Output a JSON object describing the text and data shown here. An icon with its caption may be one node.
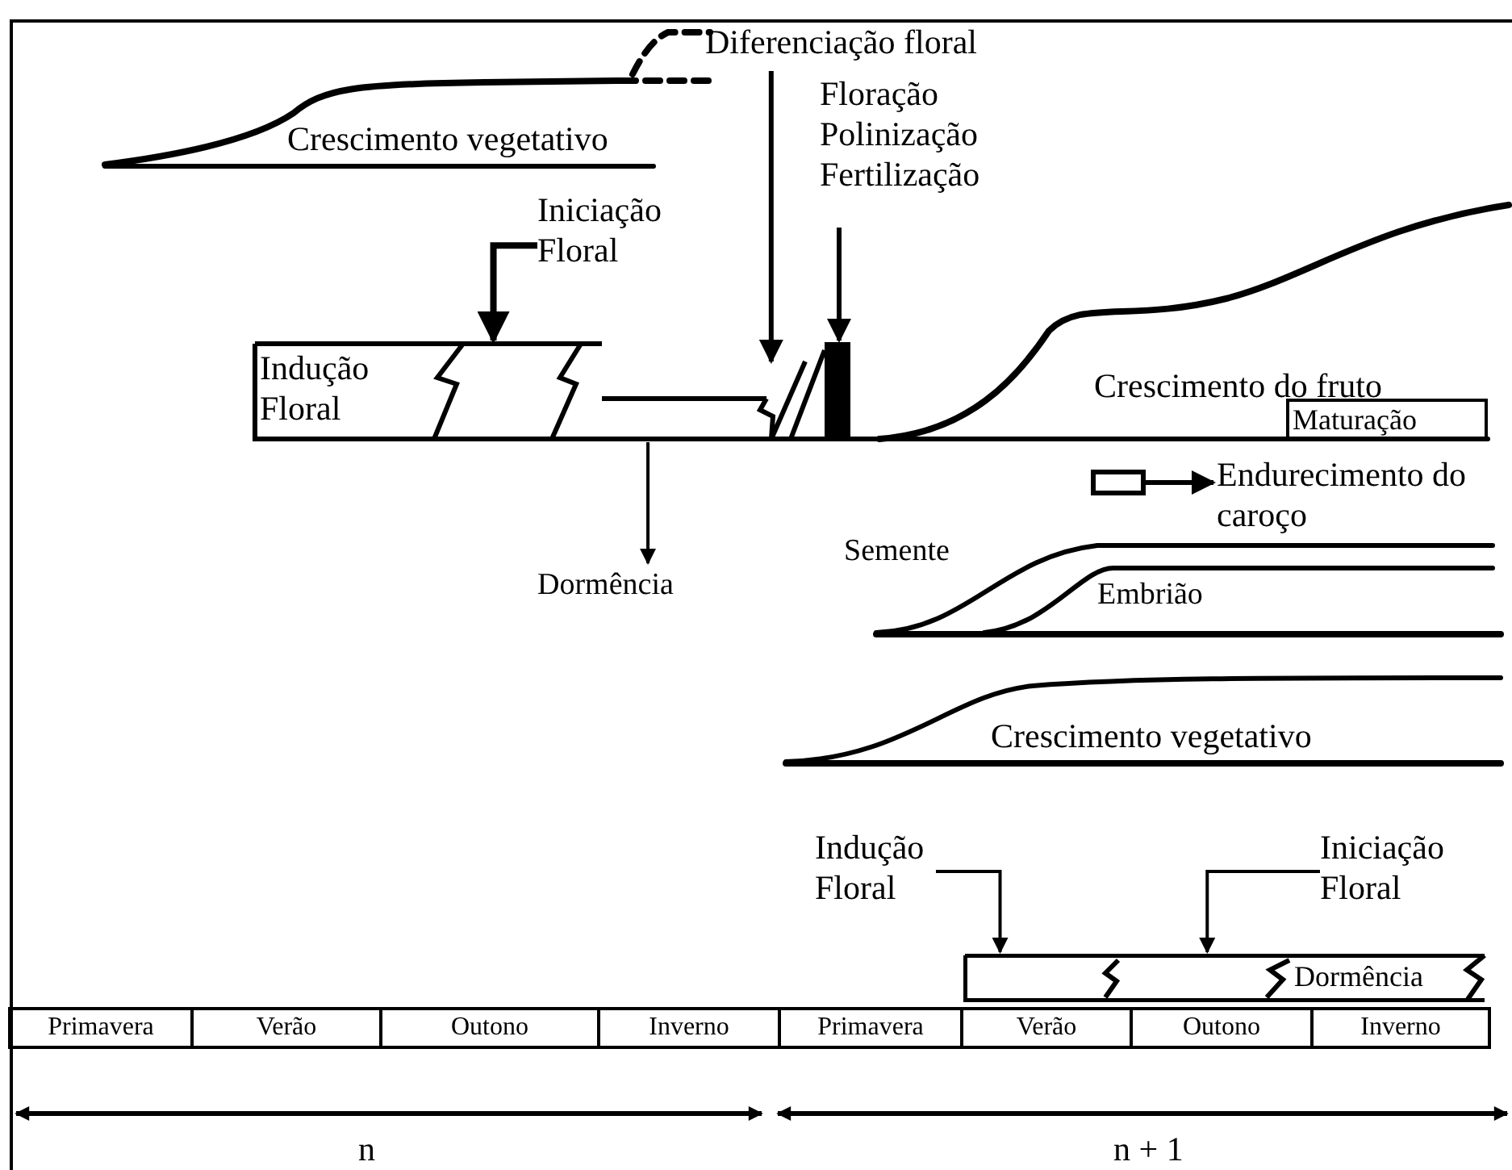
{
  "diagram": {
    "nodes": [
      {
        "text": [
          "Diferenciação floral"
        ]
      },
      {
        "text": [
          "Floração",
          "Polinização",
          "Fertilização"
        ]
      },
      {
        "text": [
          "Iniciação Floral"
        ]
      },
      {
        "text": [
          "Indução Floral"
        ]
      },
      {
        "text": [],
        "shape": "bar"
      },
      {
        "text": [
          "Maturação"
        ]
      },
      {
        "text": [],
        "shape": "box"
      },
      {
        "text": [
          "Endurecimento do caroço"
        ]
      },
      {
        "text": [
          "Dormência"
        ]
      },
      {
        "text": [
          "Indução Floral"
        ]
      },
      {
        "text": [
          "Iniciação Floral"
        ]
      },
      {
        "text": [
          "Dormência"
        ]
      },
      {
        "text": [
          "Primavera"
        ]
      },
      {
        "text": [
          "Verão"
        ]
      },
      {
        "text": [
          "Outono"
        ]
      },
      {
        "text": [
          "Inverno"
        ]
      },
      {
        "text": [
          "Primavera"
        ]
      },
      {
        "text": [
          "Verão"
        ]
      },
      {
        "text": [
          "Outono"
        ]
      },
      {
        "text": [
          "Inverno"
        ]
      }
    ],
    "edges": [
      {
        "from": 2,
        "to": 3,
        "arrow": "to"
      },
      {
        "from": 0,
        "to": 3,
        "arrow": "to"
      },
      {
        "from": 1,
        "to": 4,
        "arrow": "to"
      },
      {
        "from": 3,
        "to": 8,
        "arrow": "to"
      },
      {
        "from": 6,
        "to": 7,
        "arrow": "to"
      },
      {
        "from": 9,
        "to": 11,
        "arrow": "to"
      },
      {
        "from": 10,
        "to": 11,
        "arrow": "to"
      }
    ],
    "labels": [
      "Crescimento vegetativo",
      "Crescimento do fruto",
      "Semente",
      "Embrião",
      "Crescimento vegetativo",
      "n",
      "n + 1"
    ]
  }
}
